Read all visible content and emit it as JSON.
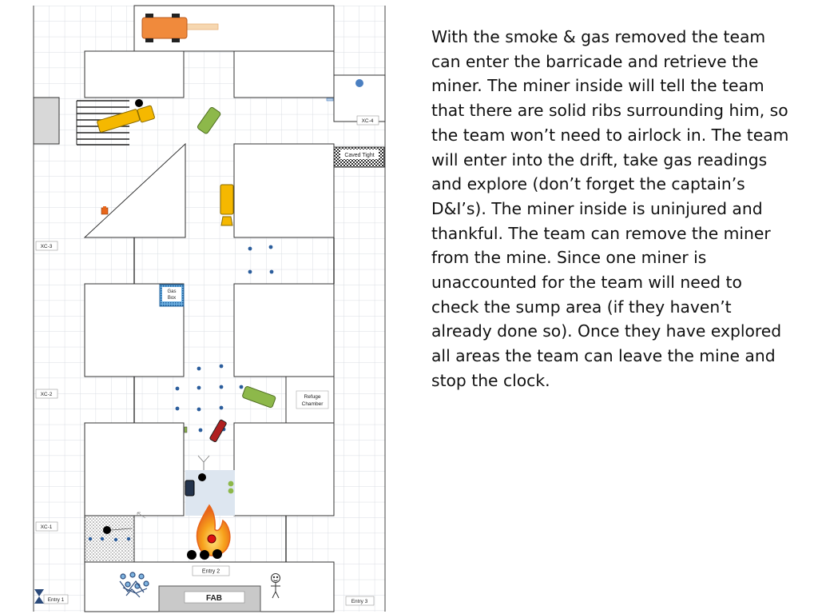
{
  "slide": {
    "narrative": "With the smoke & gas removed the team can enter the barricade and retrieve the miner.  The miner inside will tell the team that there are solid ribs surrounding him, so the team won’t need to airlock in.  The team will enter into the drift, take gas readings and explore (don’t forget the captain’s D&I’s).  The miner inside is uninjured and thankful.  The team can remove the miner from the mine.  Since one miner is unaccounted for the team will need to check the sump area (if they haven’t already done so).  Once they have explored all areas the team can leave the mine and stop the clock."
  },
  "map": {
    "labels": {
      "xc4": "XC-4",
      "xc3": "XC-3",
      "xc2": "XC-2",
      "xc1": "XC-1",
      "caved_tight": "Caved Tight",
      "gas_box_line1": "Gas",
      "gas_box_line2": "Box",
      "refuge_line1": "Refuge",
      "refuge_line2": "Chamber",
      "entry1": "Entry 1",
      "entry2": "Entry 2",
      "entry3": "Entry 3",
      "fab": "FAB"
    },
    "colors": {
      "grid": "#d9dde3",
      "pillar_outline": "#333333",
      "equipment_yellow": "#f5b800",
      "equipment_green": "#8db84a",
      "truck_orange": "#f08a3c",
      "fire": "#f39a1e",
      "water_blue": "#4a7fc1",
      "refuge_blue": "#dde6f0"
    }
  }
}
